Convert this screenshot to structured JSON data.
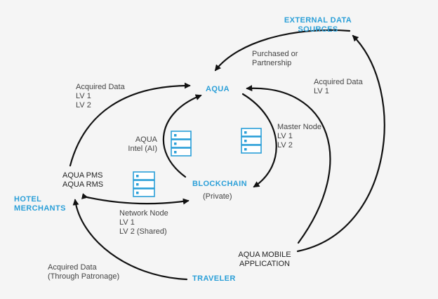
{
  "colors": {
    "accent": "#2a9fd8",
    "arrow": "#111111",
    "text": "#444444",
    "background": "#f5f5f5"
  },
  "nodes": {
    "external_sources": {
      "label_1": "EXTERNAL DATA",
      "label_2": "SOURCES"
    },
    "aqua": {
      "label": "AQUA"
    },
    "blockchain": {
      "label": "BLOCKCHAIN",
      "sublabel": "(Private)"
    },
    "hotel_merchants": {
      "label_1": "HOTEL",
      "label_2": "MERCHANTS"
    },
    "traveler": {
      "label": "TRAVELER"
    },
    "mobile_app": {
      "label_1": "AQUA MOBILE",
      "label_2": "APPLICATION"
    },
    "pms": {
      "label_1": "AQUA PMS",
      "label_2": "AQUA RMS"
    }
  },
  "edges": {
    "purchased": {
      "line_1": "Purchased or",
      "line_2": "Partnership"
    },
    "acquired_merchant": {
      "line_1": "Acquired Data",
      "line_2": "LV 1",
      "line_3": "LV 2"
    },
    "acquired_mobile": {
      "line_1": "Acquired Data",
      "line_2": "LV 1"
    },
    "aqua_intel": {
      "line_1": "AQUA",
      "line_2": "Intel (AI)"
    },
    "master_node": {
      "line_1": "Master Node",
      "line_2": "LV 1",
      "line_3": "LV 2"
    },
    "network_node": {
      "line_1": "Network Node",
      "line_2": "LV 1",
      "line_3": "LV 2 (Shared)"
    },
    "acquired_traveler": {
      "line_1": "Acquired Data",
      "line_2": "(Through Patronage)"
    }
  },
  "icons": [
    "server-stack-icon",
    "server-stack-icon",
    "server-stack-icon"
  ]
}
